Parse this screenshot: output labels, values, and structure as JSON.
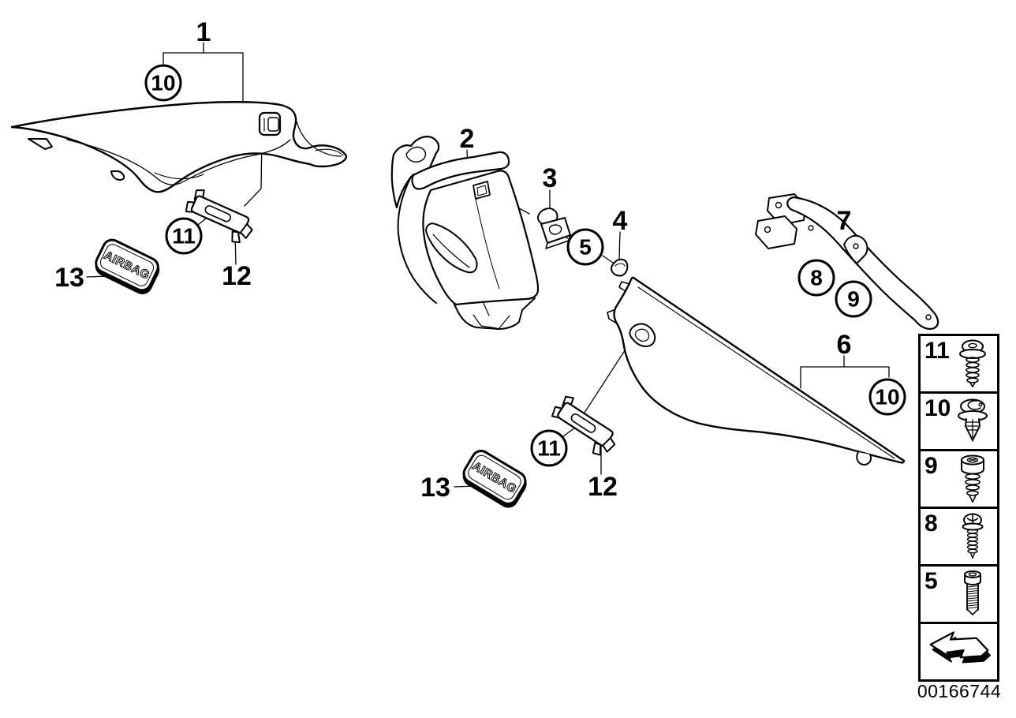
{
  "colors": {
    "line": "#000000",
    "background": "#ffffff"
  },
  "callouts": {
    "l1": "1",
    "l2": "2",
    "l3": "3",
    "l4": "4",
    "l6": "6",
    "l7": "7",
    "l12a": "12",
    "l12b": "12",
    "l13a": "13",
    "l13b": "13",
    "c5": "5",
    "c8": "8",
    "c9": "9",
    "c10a": "10",
    "c10b": "10",
    "c11a": "11",
    "c11b": "11"
  },
  "badges": {
    "front": "AIRBAG",
    "rear": "AIRBAG"
  },
  "legend": {
    "items": [
      {
        "label": "11",
        "icon": "pan-head-screw-with-washer-icon"
      },
      {
        "label": "10",
        "icon": "expansion-rivet-icon"
      },
      {
        "label": "9",
        "icon": "torx-screw-icon"
      },
      {
        "label": "8",
        "icon": "phillips-screw-icon"
      },
      {
        "label": "5",
        "icon": "torx-bolt-icon"
      },
      {
        "label": "",
        "icon": "arrow-up-left-icon"
      }
    ]
  },
  "footer": {
    "document_number": "00166744"
  }
}
